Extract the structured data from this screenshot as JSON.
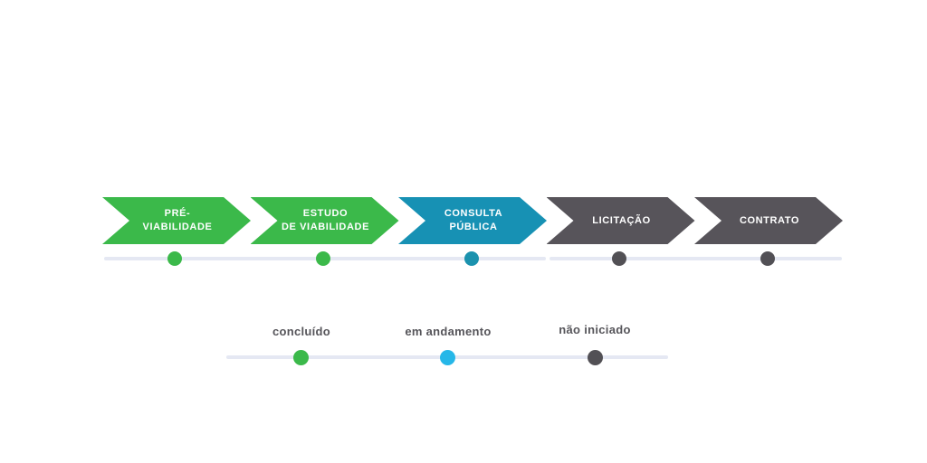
{
  "timeline": {
    "stages": [
      {
        "label": "PRÉ-\nVIABILIDADE",
        "status": "concluído",
        "color": "#3bb94a",
        "dot_color": "#3bb94a"
      },
      {
        "label": "ESTUDO\nDE VIABILIDADE",
        "status": "concluído",
        "color": "#3bb94a",
        "dot_color": "#3bb94a"
      },
      {
        "label": "CONSULTA\nPÚBLICA",
        "status": "em andamento",
        "color": "#1791b4",
        "dot_color": "#1b92ae"
      },
      {
        "label": "LICITAÇÃO",
        "status": "não iniciado",
        "color": "#57545a",
        "dot_color": "#525055"
      },
      {
        "label": "CONTRATO",
        "status": "não iniciado",
        "color": "#57545a",
        "dot_color": "#525055"
      }
    ],
    "track_color": "#e5e8f3"
  },
  "legend": {
    "items": [
      {
        "label": "concluído",
        "color": "#3bb94a"
      },
      {
        "label": "em andamento",
        "color": "#26b7e8"
      },
      {
        "label": "não iniciado",
        "color": "#525055"
      }
    ],
    "line_color": "#e5e8f3"
  }
}
